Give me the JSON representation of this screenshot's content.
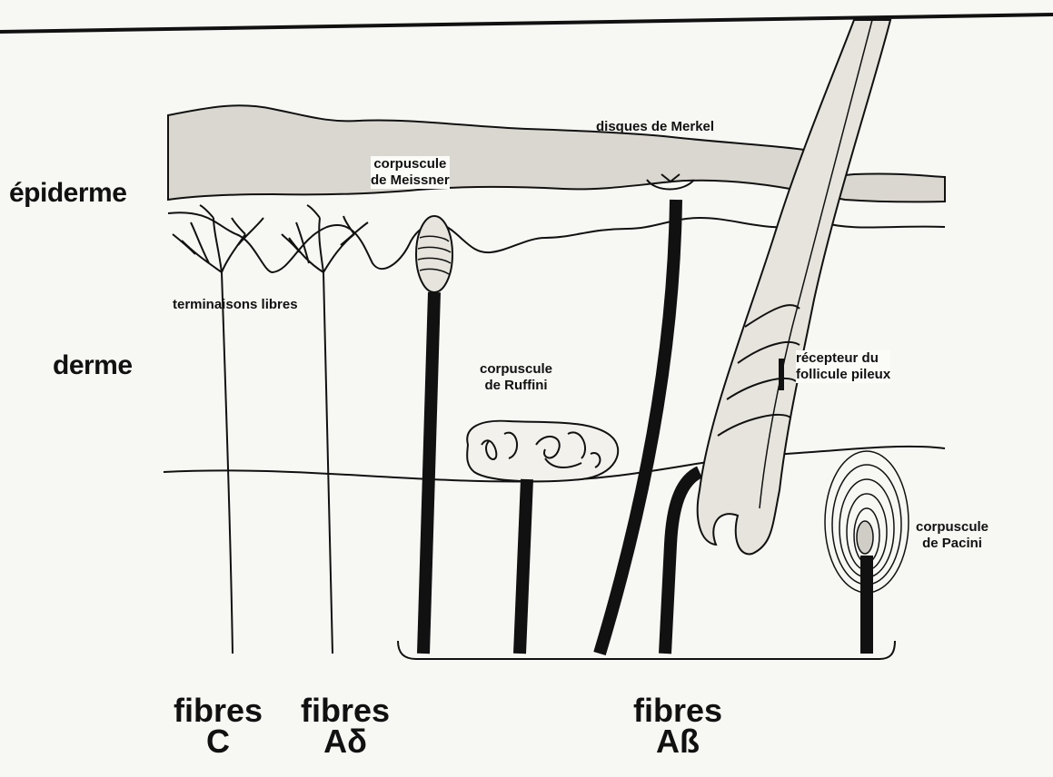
{
  "regions": {
    "epidermis": "épiderme",
    "dermis": "derme"
  },
  "labels": {
    "merkel": "disques de Merkel",
    "meissner_line1": "corpuscule",
    "meissner_line2": "de Meissner",
    "free_endings": "terminaisons libres",
    "ruffini_line1": "corpuscule",
    "ruffini_line2": "de Ruffini",
    "hair_follicle_line1": "récepteur du",
    "hair_follicle_line2": "follicule pileux",
    "pacini_line1": "corpuscule",
    "pacini_line2": "de Pacini"
  },
  "fibers": {
    "c": {
      "word": "fibres",
      "type": "C"
    },
    "a_delta": {
      "word": "fibres",
      "type": "Aδ"
    },
    "a_beta": {
      "word": "fibres",
      "type": "Aß"
    }
  },
  "colors": {
    "ink": "#111111",
    "epidermis_fill": "#d9d7cf",
    "background": "#f7f7f4"
  }
}
